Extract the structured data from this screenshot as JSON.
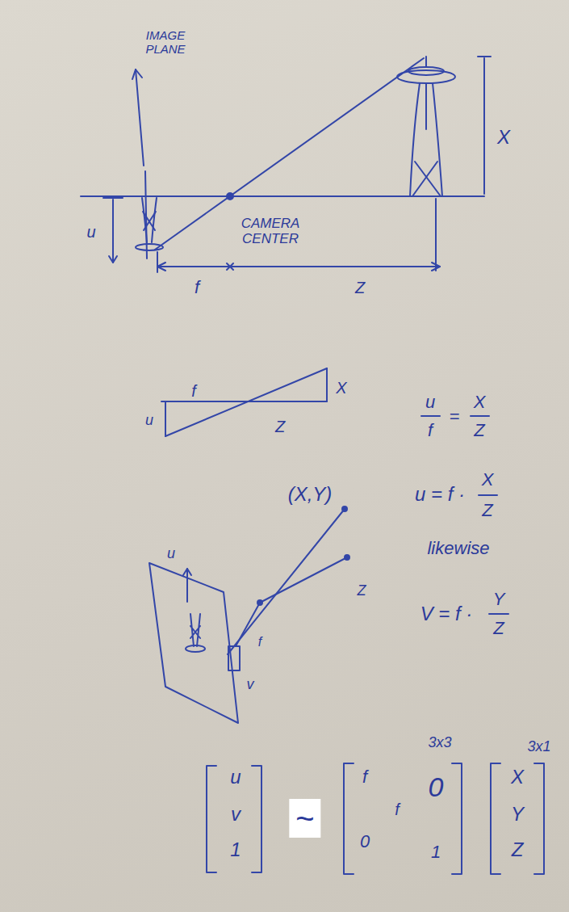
{
  "diagram": {
    "labels": [
      "IMAGE PLANE",
      "X",
      "u",
      "CAMERA CENTER",
      "f",
      "Z",
      "f",
      "X",
      "u",
      "Z",
      "u",
      "f",
      "=",
      "X",
      "Z",
      "u = f ·",
      "X",
      "Z",
      "likewise",
      "V = f ·",
      "Y",
      "Z",
      "(X,Y)",
      "u",
      "Z",
      "f",
      "v",
      "3x3",
      "3x1",
      "u",
      "v",
      "1",
      "~",
      "f",
      "0",
      "f",
      "0",
      "1",
      "X",
      "Y",
      "Z"
    ]
  }
}
